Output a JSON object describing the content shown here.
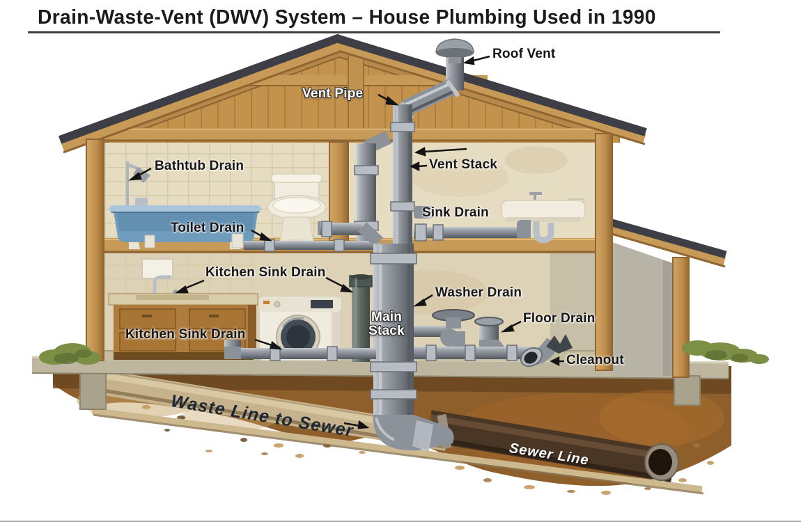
{
  "title": "Drain-Waste-Vent (DWV) System – House Plumbing Used in 1990",
  "labels": {
    "roof_vent": "Roof Vent",
    "vent_pipe": "Vent Pipe",
    "bathtub_drain": "Bathtub Drain",
    "vent_stack": "Vent Stack",
    "sink_drain": "Sink Drain",
    "toilet_drain": "Toilet Drain",
    "kitchen_sink_drain_upper": "Kitchen Sink Drain",
    "kitchen_sink_drain_lower": "Kitchen Sink Drain",
    "washer_drain": "Washer Drain",
    "main_stack_line1": "Main",
    "main_stack_line2": "Stack",
    "floor_drain": "Floor Drain",
    "cleanout": "Cleanout",
    "waste_line": "Waste Line to Sewer",
    "sewer_line": "Sewer Line"
  },
  "colors": {
    "label_text": "#161616",
    "label_text_light": "#ffffff",
    "pipe_gray": "#8c929a",
    "wood": "#c9995a",
    "roof_shingle": "#3c3c44",
    "bathtub_blue": "#7ba3c2",
    "soil_brown": "#8e5f2a",
    "sewer_pipe_brown": "#4a3625",
    "waste_pipe_tan": "#c6b28c",
    "grass_green": "#7d8f45"
  }
}
